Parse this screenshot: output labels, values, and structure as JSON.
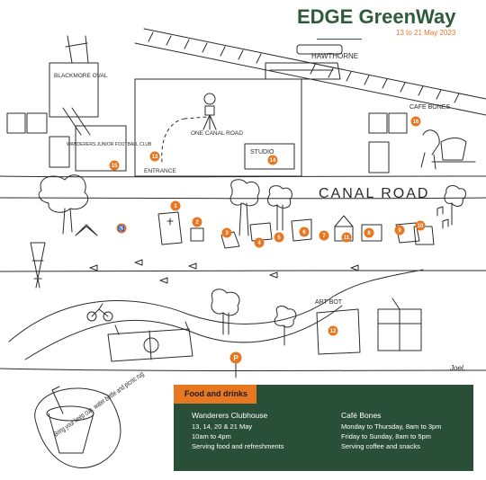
{
  "header": {
    "title": "EDGE GreenWay",
    "dates": "13 to 21 May 2023"
  },
  "colors": {
    "brand_green": "#2a4f38",
    "accent_orange": "#e87722"
  },
  "map_labels": {
    "hawthorne": "HAWTHORNE",
    "oval": "BLACKMORE OVAL",
    "club": "WANDERERS JUNIOR FOOTBALL CLUB",
    "one_canal_road": "ONE CANAL ROAD",
    "studio": "STUDIO",
    "entrance": "ENTRANCE",
    "cafe": "CAFE BONES",
    "canal_road": "CANAL ROAD",
    "art_bot": "ART BOT",
    "artist": "Joel.",
    "parking": "P"
  },
  "markers": [
    "1",
    "2",
    "3",
    "4",
    "5",
    "6",
    "7",
    "8",
    "9",
    "10",
    "11",
    "12",
    "13",
    "14",
    "15",
    "16"
  ],
  "bottle_note": "Bring your keep cup, water bottle and picnic rug",
  "info": {
    "tab": "Food and drinks",
    "col1": {
      "heading": "Wanderers Clubhouse",
      "lines": [
        "13, 14, 20 & 21 May",
        "10am to 4pm",
        "Serving food and refreshments"
      ]
    },
    "col2": {
      "heading": "Café Bones",
      "lines": [
        "Monday to Thursday, 8am to 3pm",
        "Friday to Sunday, 8am to 5pm",
        "Serving coffee and snacks"
      ]
    }
  }
}
